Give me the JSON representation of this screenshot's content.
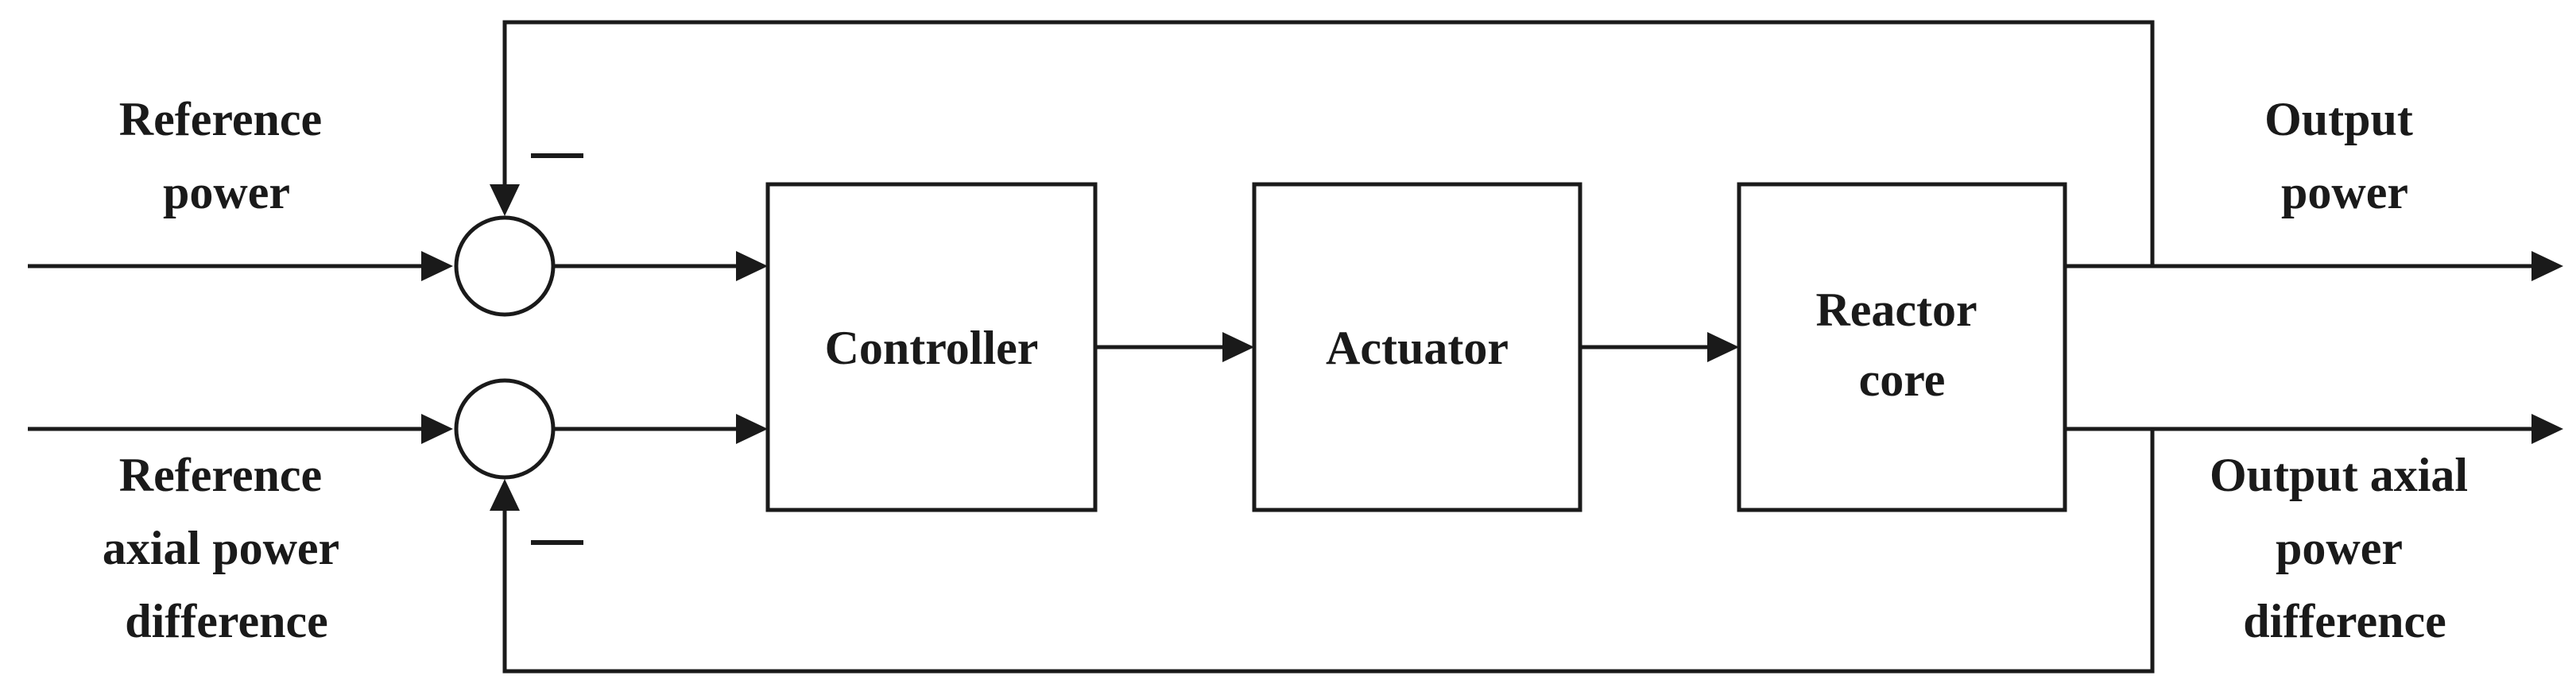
{
  "diagram": {
    "inputs": {
      "reference_power": [
        "Reference",
        "power"
      ],
      "reference_axial": [
        "Reference",
        "axial power",
        "difference"
      ]
    },
    "feedback_signs": {
      "top": "−",
      "bottom": "−"
    },
    "blocks": {
      "controller": [
        "Controller"
      ],
      "actuator": [
        "Actuator"
      ],
      "reactor_core": [
        "Reactor",
        "core"
      ]
    },
    "outputs": {
      "output_power": [
        "Output",
        "power"
      ],
      "output_axial": [
        "Output axial",
        "power",
        "difference"
      ]
    }
  }
}
